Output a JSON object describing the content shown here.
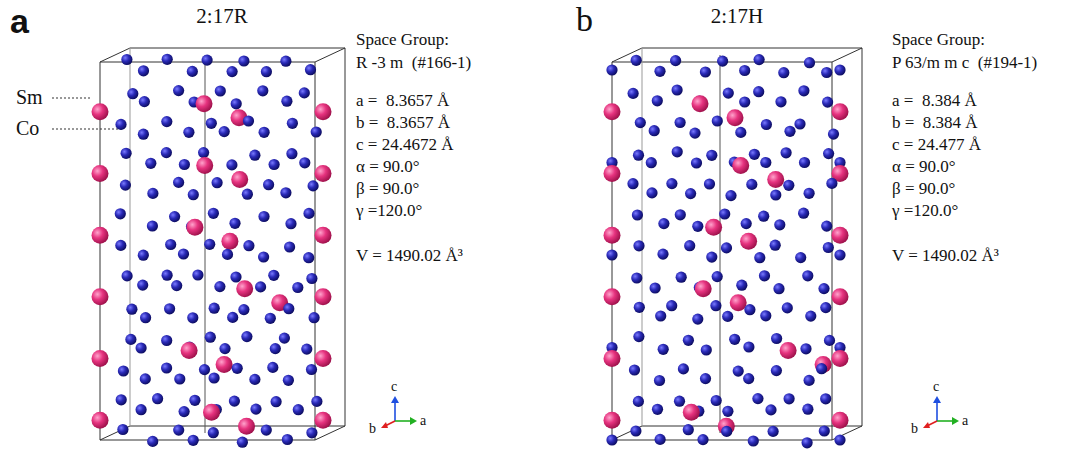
{
  "diagram": {
    "labels": [
      "a",
      "2:17R",
      "Sm",
      "Co",
      "Space Group:",
      "R -3 m  (#166-1)",
      "a =  8.3657 Å",
      "b =  8.3657 Å",
      "c = 24.4672 Å",
      "α = 90.0°",
      "β = 90.0°",
      "γ =120.0°",
      "V = 1490.02 Å³",
      "c",
      "b",
      "a",
      "b",
      "2:17H",
      "Space Group:",
      "P 63/m m c  (#194-1)",
      "a =  8.384 Å",
      "b =  8.384 Å",
      "c = 24.477 Å",
      "α = 90.0°",
      "β = 90.0°",
      "γ =120.0°",
      "V = 1490.02 Å³",
      "c",
      "b",
      "a"
    ]
  }
}
